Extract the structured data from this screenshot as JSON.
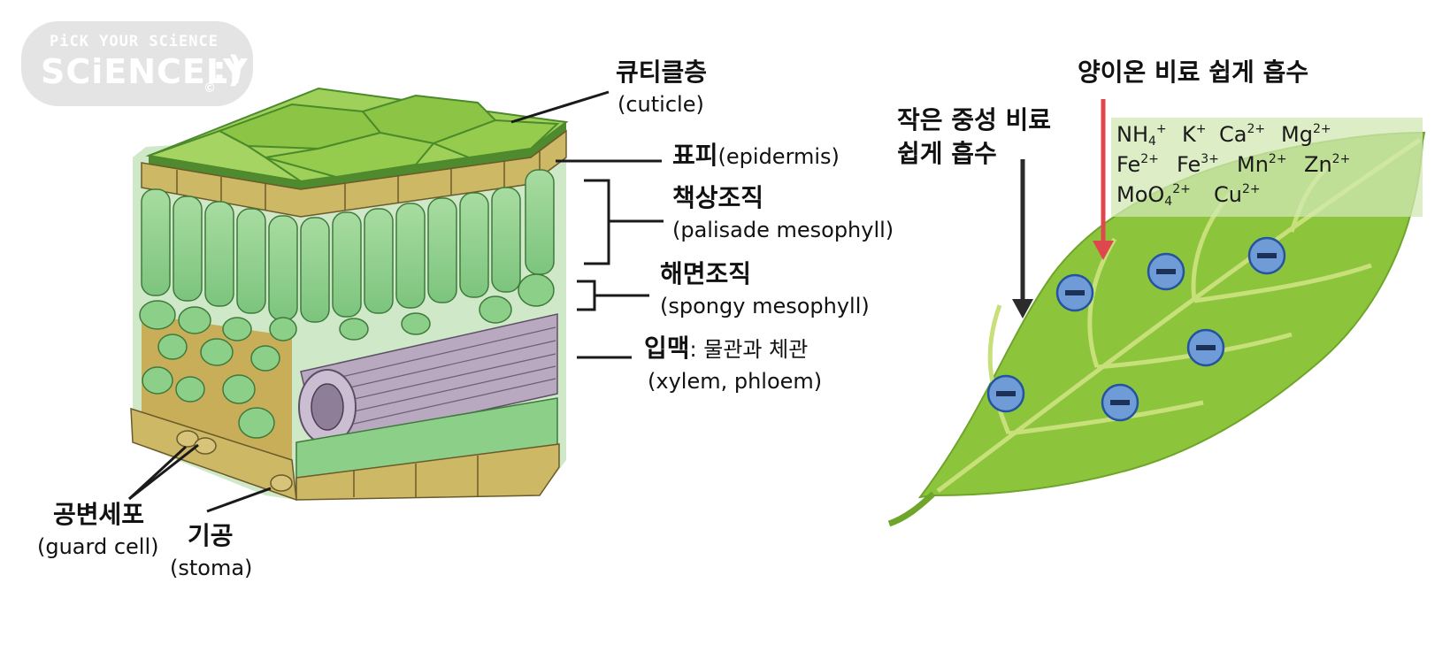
{
  "logo": {
    "tagline": "PiCK YOUR SCiENCE",
    "name": "SCiENCELY",
    "smile": ":)",
    "copyright": "©"
  },
  "left_labels": {
    "cuticle_ko": "큐티클층",
    "cuticle_en": "(cuticle)",
    "epidermis_ko": "표피",
    "epidermis_en": "(epidermis)",
    "palisade_ko": "책상조직",
    "palisade_en": "(palisade mesophyll)",
    "spongy_ko": "해면조직",
    "spongy_en": "(spongy mesophyll)",
    "vein_ko": "입맥",
    "vein_detail": ": 물관과 체관",
    "vein_en": "(xylem, phloem)",
    "guard_ko": "공변세포",
    "guard_en": "(guard cell)",
    "stoma_ko": "기공",
    "stoma_en": "(stoma)"
  },
  "right_labels": {
    "cation_title": "양이온 비료 쉽게 흡수",
    "neutral_line1": "작은 중성 비료",
    "neutral_line2": "쉽게 흡수",
    "ions": {
      "nh4_base": "NH",
      "nh4_sub": "4",
      "nh4_sup": "+",
      "k_base": "K",
      "k_sup": "+",
      "ca_base": "Ca",
      "ca_sup": "2+",
      "mg_base": "Mg",
      "mg_sup": "2+",
      "fe2_base": "Fe",
      "fe2_sup": "2+",
      "fe3_base": "Fe",
      "fe3_sup": "3+",
      "mn_base": "Mn",
      "mn_sup": "2+",
      "zn_base": "Zn",
      "zn_sup": "2+",
      "moo4_base": "MoO",
      "moo4_sub": "4",
      "moo4_sup": "2+",
      "cu_base": "Cu",
      "cu_sup": "2+"
    }
  },
  "colors": {
    "leaf": "#8cc43c",
    "leaf_vein": "#c8e07a",
    "ion_box": "#d2e8b4",
    "cation_arrow": "#e0474c",
    "neutral_arrow": "#2b2b2b",
    "charge_fill": "#6f9bd6",
    "charge_stroke": "#24549e",
    "cuticle": "#7dc23a",
    "palisade": "#8ed18c",
    "epidermis": "#cdb865"
  }
}
